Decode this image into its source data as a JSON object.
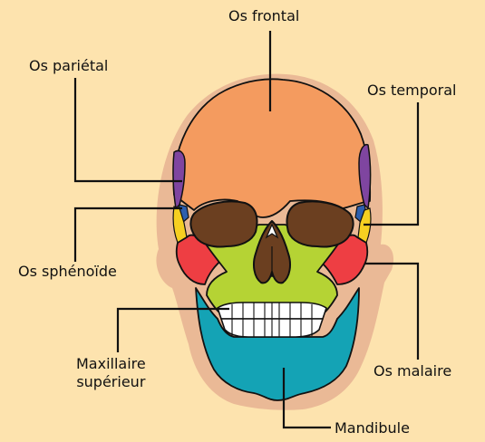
{
  "labels": {
    "frontal": "Os frontal",
    "parietal": "Os pariétal",
    "temporal": "Os temporal",
    "sphenoid": "Os sphénoïde",
    "malar": "Os malaire",
    "maxillary_line1": "Maxillaire",
    "maxillary_line2": "supérieur",
    "mandible": "Mandibule"
  },
  "colors": {
    "background": "#fde3ae",
    "shadow": "#eab996",
    "frontal": "#f49b5f",
    "parietal": "#7f45a0",
    "temporal": "#f6d021",
    "sphenoid": "#2d5fae",
    "malar": "#ee3e43",
    "maxillary": "#b5d334",
    "mandible": "#14a3b5",
    "cavity": "#6b3f20",
    "teeth": "#ffffff",
    "outline": "#111111"
  }
}
